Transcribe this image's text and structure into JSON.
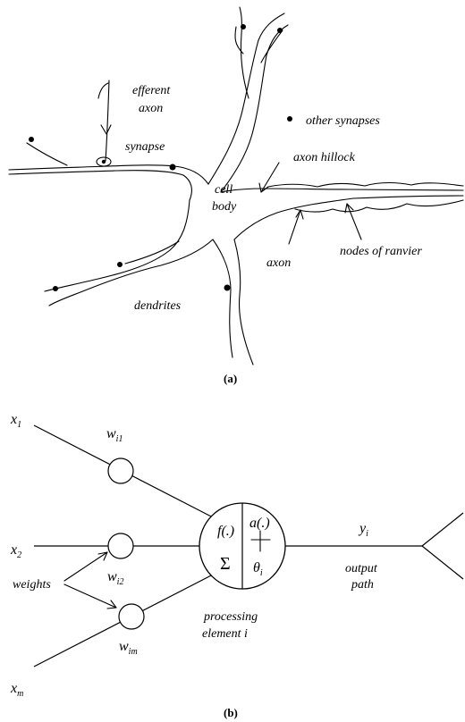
{
  "panel_a": {
    "caption": "(a)",
    "labels": {
      "efferent": "efferent",
      "axon_label": "axon",
      "synapse": "synapse",
      "other_synapses": "other synapses",
      "axon_hillock": "axon hillock",
      "cell": "cell",
      "body": "body",
      "axon": "axon",
      "nodes_of_ranvier": "nodes of ranvier",
      "dendrites": "dendrites"
    }
  },
  "panel_b": {
    "caption": "(b)",
    "inputs": [
      "x",
      "x",
      "x"
    ],
    "input_subs": [
      "1",
      "2",
      "m"
    ],
    "weights": [
      "w",
      "w",
      "w"
    ],
    "weight_subs": [
      "i1",
      "i2",
      "im"
    ],
    "weights_label": "weights",
    "function_label": "f(.)",
    "sum_symbol": "Σ",
    "activation_label": "a(.)",
    "threshold_symbol": "θ",
    "threshold_sub": "i",
    "output_symbol": "y",
    "output_sub": "i",
    "output_label_1": "output",
    "output_label_2": "path",
    "processing_label_1": "processing",
    "processing_label_2": "element i"
  }
}
